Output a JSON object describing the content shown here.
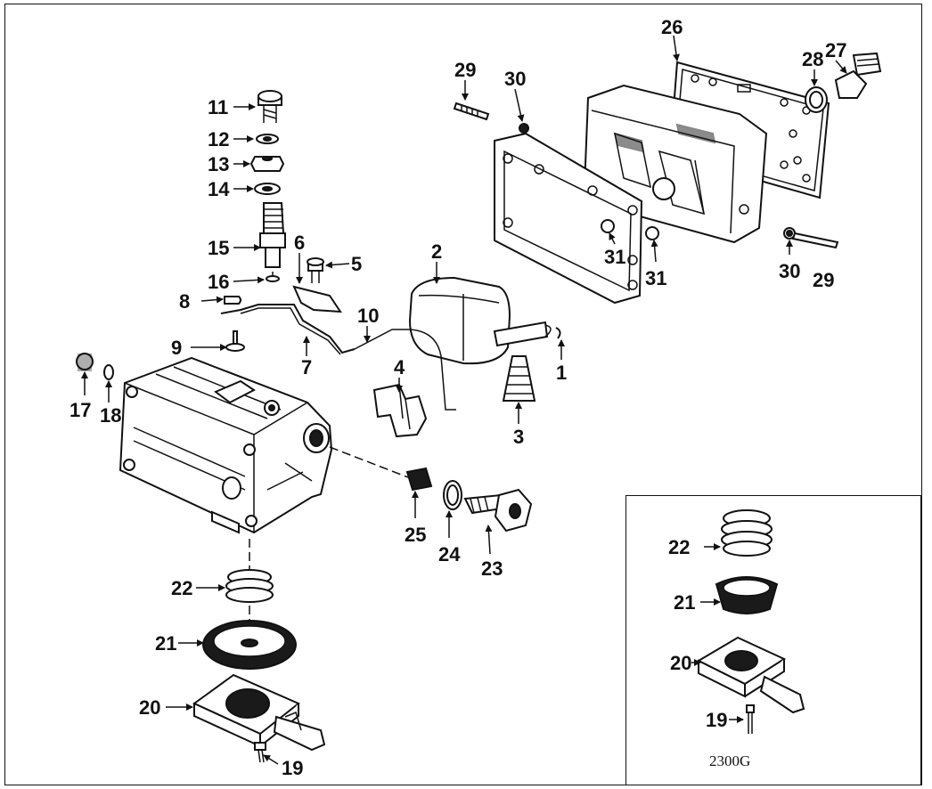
{
  "diagram": {
    "caption": "2300G",
    "labels": {
      "p1": "1",
      "p2": "2",
      "p3": "3",
      "p4": "4",
      "p5": "5",
      "p6": "6",
      "p7": "7",
      "p8": "8",
      "p9": "9",
      "p10": "10",
      "p11": "11",
      "p12": "12",
      "p13": "13",
      "p14": "14",
      "p15": "15",
      "p16": "16",
      "p17": "17",
      "p18": "18",
      "p19": "19",
      "p20": "20",
      "p21": "21",
      "p22": "22",
      "p23": "23",
      "p24": "24",
      "p25": "25",
      "p26": "26",
      "p27": "27",
      "p28": "28",
      "p29": "29",
      "p30": "30",
      "p31": "31",
      "i19": "19",
      "i20": "20",
      "i21": "21",
      "i22": "22"
    }
  }
}
